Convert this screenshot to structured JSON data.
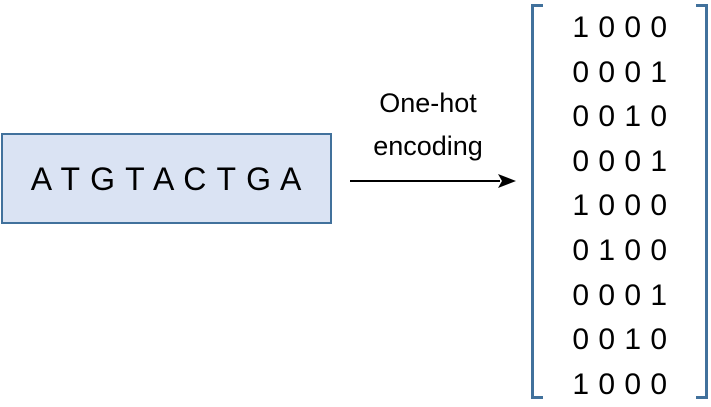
{
  "sequence": "A T G T A C T G A",
  "arrow_label": {
    "line1": "One-hot",
    "line2": "encoding"
  },
  "matrix": [
    "1 0 0 0",
    "0 0 0 1",
    "0 0 1 0",
    "0 0 0 1",
    "1 0 0 0",
    "0 1 0 0",
    "0 0 0 1",
    "0 0 1 0",
    "1 0 0 0"
  ],
  "colors": {
    "box_fill": "#dae3f3",
    "box_border": "#41719c",
    "bracket": "#41719c",
    "text": "#000000"
  }
}
